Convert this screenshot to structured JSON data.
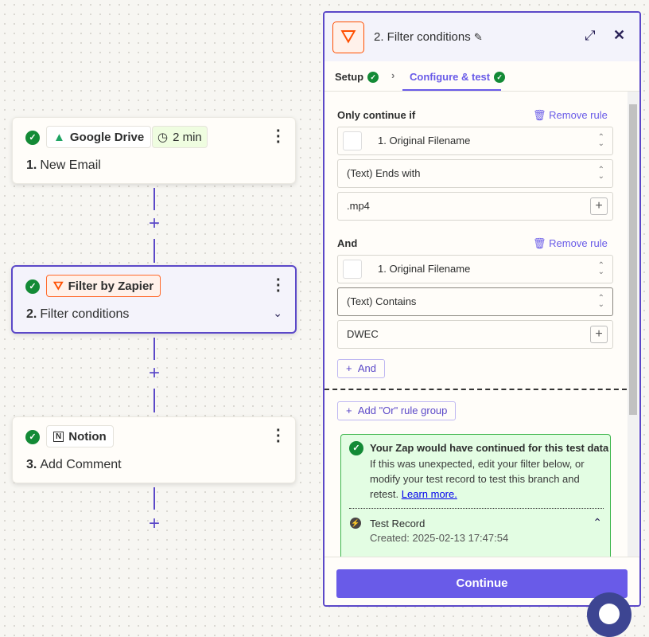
{
  "canvas": {
    "steps": [
      {
        "app": "Google Drive",
        "badge": "2 min",
        "number": "1.",
        "title": "New Email"
      },
      {
        "app": "Filter by Zapier",
        "number": "2.",
        "title": "Filter conditions"
      },
      {
        "app": "Notion",
        "number": "3.",
        "title": "Add Comment"
      }
    ]
  },
  "panel": {
    "title": "2. Filter conditions",
    "tabs": [
      {
        "label": "Setup"
      },
      {
        "label": "Configure & test",
        "active": true
      }
    ],
    "groups": [
      {
        "label": "Only continue if",
        "remove": "Remove rule",
        "field": "1. Original Filename",
        "condition": "(Text) Ends with",
        "value": ".mp4"
      },
      {
        "label": "And",
        "remove": "Remove rule",
        "field": "1. Original Filename",
        "condition": "(Text) Contains",
        "value": "DWEC"
      }
    ],
    "and_button": "And",
    "or_button": "Add \"Or\" rule group",
    "result": {
      "title": "Your Zap would have continued for this test data",
      "body": "If this was unexpected, edit your filter below, or modify your test record to test this branch and retest.",
      "link": "Learn more.",
      "record_title": "Test Record",
      "record_created": "Created: 2025-02-13 17:47:54"
    },
    "continue": "Continue"
  },
  "colors": {
    "accent": "#695be8",
    "success": "#138a36",
    "zapier": "#ff4f00"
  }
}
